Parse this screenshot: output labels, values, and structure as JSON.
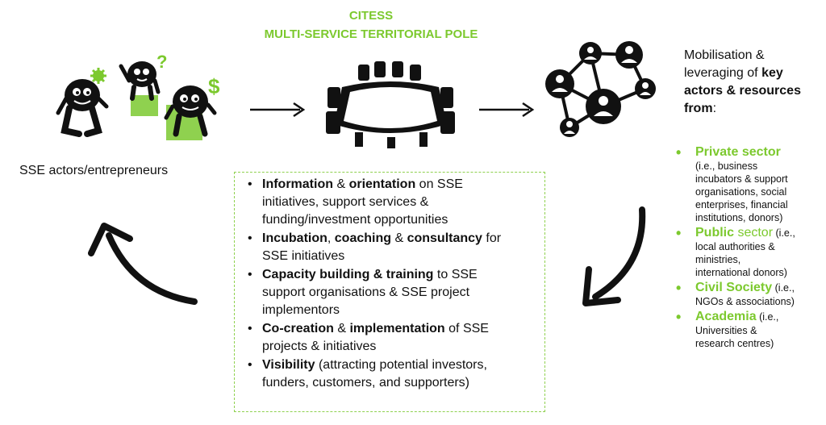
{
  "title": {
    "line1": "CITESS",
    "line2": "MULTI-SERVICE TERRITORIAL POLE"
  },
  "sse_actors_label": "SSE actors/entrepreneurs",
  "mobilisation": {
    "l1": "Mobilisation &",
    "l2": "leveraging  of ",
    "l2_bold": "key",
    "l3_bold": "actors & resources",
    "l4_bold": "from",
    "l4_end": ":"
  },
  "sectors": [
    {
      "name": "Private sector",
      "inline": "",
      "lines": [
        "(i.e., business",
        "incubators & support",
        "organisations, social",
        "enterprises, financial",
        "institutions, donors)"
      ]
    },
    {
      "name": "Public",
      "name2": " sector",
      "inline": " (i.e.,",
      "lines": [
        "local authorities &",
        "ministries,",
        "international donors)"
      ]
    },
    {
      "name": "Civil Society",
      "inline": " (i.e.,",
      "lines": [
        "NGOs & associations)"
      ]
    },
    {
      "name": "Academia",
      "inline": " (i.e.,",
      "lines": [
        "Universities &",
        "research centres)"
      ]
    }
  ],
  "services": [
    {
      "b1": "Information",
      "t1": " & ",
      "b2": "orientation",
      "t2": " on SSE",
      "rest": [
        "initiatives, support services &",
        "funding/investment opportunities"
      ]
    },
    {
      "b1": "Incubation",
      "t1": ", ",
      "b2": "coaching",
      "t2": " & ",
      "b3": "consultancy",
      "t3": " for",
      "rest": [
        "SSE initiatives"
      ]
    },
    {
      "b1": "Capacity building & training",
      "t1": " to SSE",
      "rest": [
        "support organisations & SSE project",
        "implementors"
      ]
    },
    {
      "b1": "Co-creation",
      "t1": " & ",
      "b2": "implementation",
      "t2": " of SSE",
      "rest": [
        "projects & initiatives"
      ]
    },
    {
      "b1": "Visibility",
      "t1": " (attracting potential investors,",
      "rest": [
        "funders, customers, and supporters)"
      ]
    }
  ],
  "colors": {
    "accent": "#7cc92e",
    "text": "#111111"
  },
  "icons": [
    "entrepreneur-figures-icon",
    "meeting-table-icon",
    "network-people-icon",
    "gear-icon",
    "question-mark-icon",
    "dollar-icon"
  ]
}
